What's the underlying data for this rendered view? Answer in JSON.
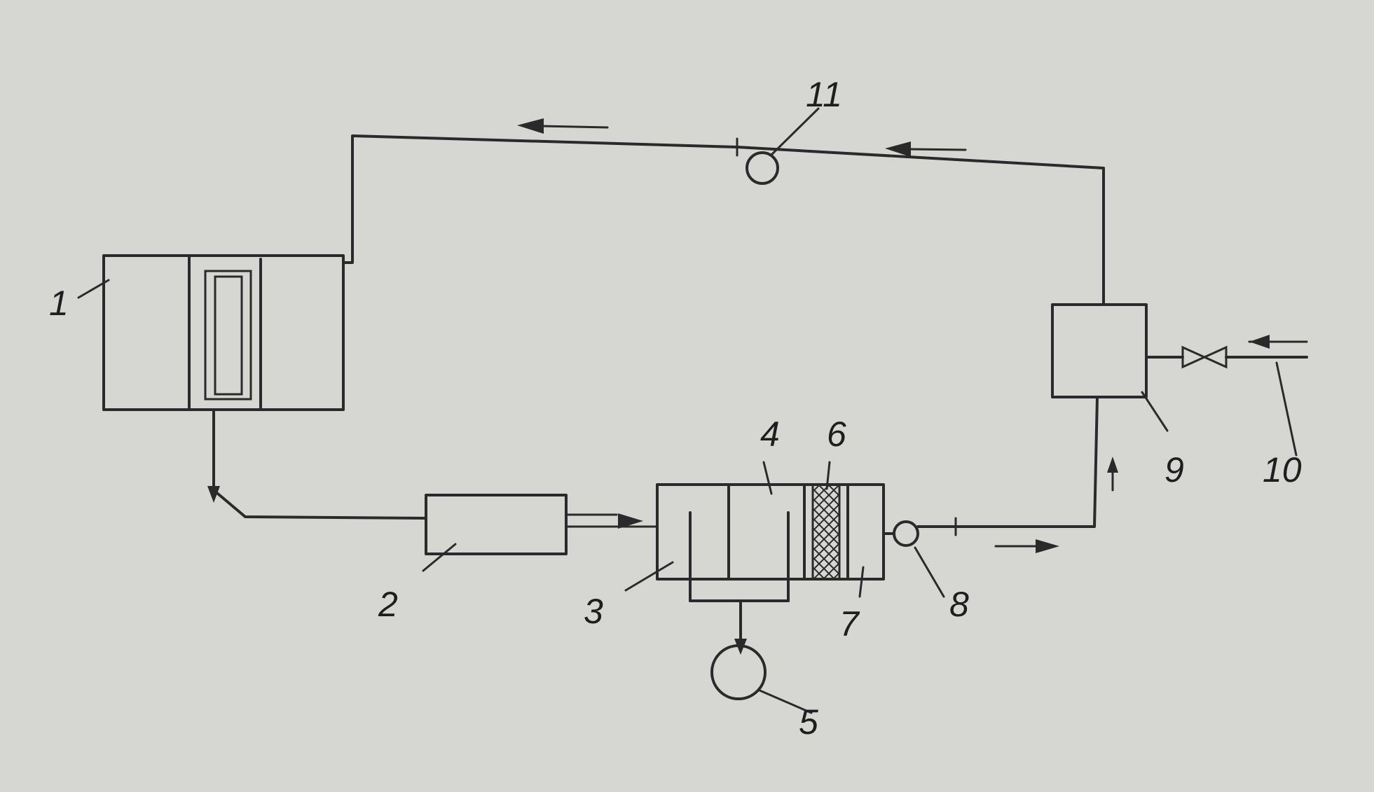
{
  "diagram": {
    "labels": {
      "l1": "1",
      "l2": "2",
      "l3": "3",
      "l4": "4",
      "l5": "5",
      "l6": "6",
      "l7": "7",
      "l8": "8",
      "l9": "9",
      "l10": "10",
      "l11": "11"
    },
    "colors": {
      "paper": "#d6d6d3",
      "ink": "#2a2a2a"
    }
  }
}
